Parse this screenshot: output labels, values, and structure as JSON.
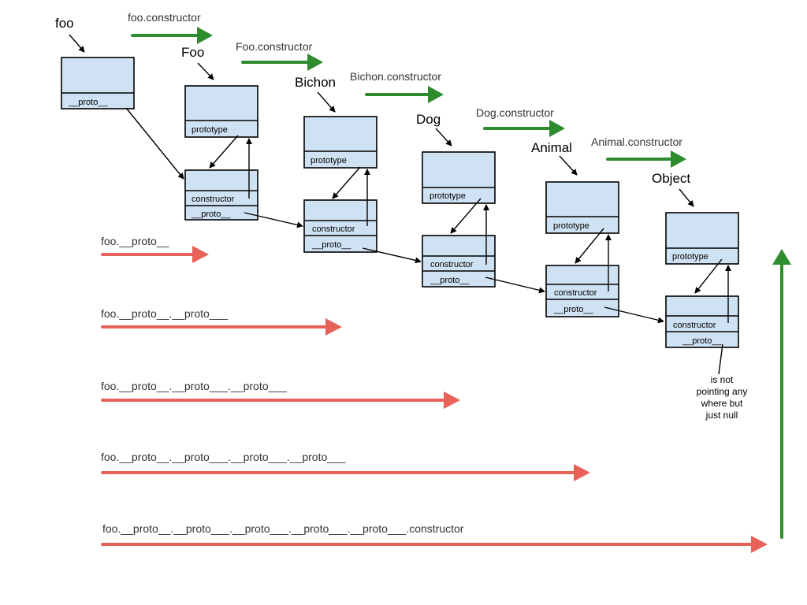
{
  "variable_label": "foo",
  "constructor_names": [
    "Foo",
    "Bichon",
    "Dog",
    "Animal",
    "Object"
  ],
  "green_labels": [
    "foo.constructor",
    "Foo.constructor",
    "Bichon.constructor",
    "Dog.constructor",
    "Animal.constructor"
  ],
  "slot_labels": {
    "proto": "__proto__",
    "prototype": "prototype",
    "constructor": "constructor"
  },
  "red_labels": [
    "foo.__proto__",
    "foo.__proto__.__proto___",
    "foo.__proto__.__proto___.__proto___",
    "foo.__proto__.__proto___.__proto___.__proto___",
    "foo.__proto__.__proto___.__proto___.__proto___.__proto___.constructor"
  ],
  "null_note": [
    "is not",
    "pointing any",
    "where but",
    "just null"
  ],
  "colors": {
    "box_fill": "#cfe2f3",
    "green_arrow": "#2e8b2e",
    "red_arrow": "#e8625a"
  }
}
